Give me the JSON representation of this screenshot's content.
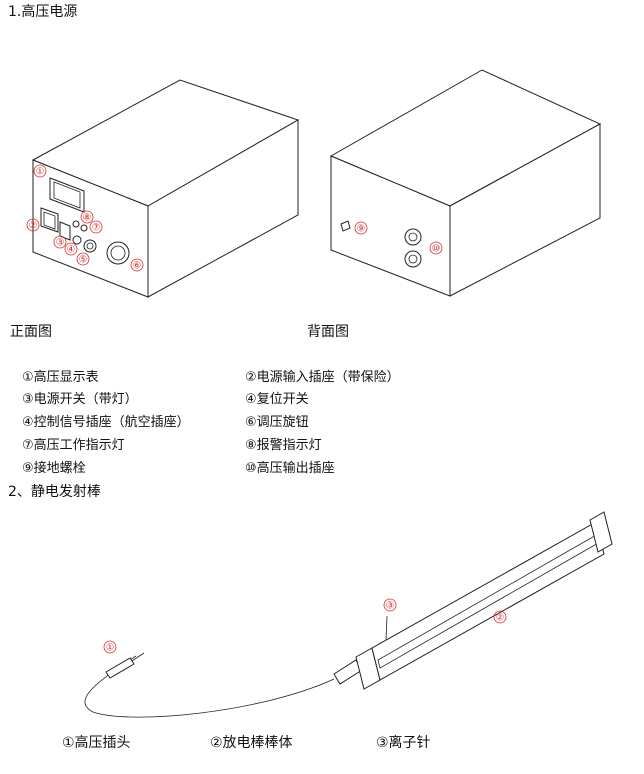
{
  "section1": {
    "title": "1.高压电源",
    "front_caption": "正面图",
    "back_caption": "背面图",
    "legend": [
      "①高压显示表",
      "②电源输入插座（带保险）",
      "③电源开关（带灯）",
      "④复位开关",
      "④控制信号插座（航空插座）",
      "⑥调压旋钮",
      "⑦高压工作指示灯",
      "⑧报警指示灯",
      "⑨接地螺栓",
      "⑩高压输出插座"
    ],
    "front_callouts": [
      "①",
      "②",
      "③",
      "④",
      "⑤",
      "⑥",
      "⑦",
      "⑧"
    ],
    "back_callouts": [
      "⑨",
      "⑩"
    ]
  },
  "section2": {
    "title": "2、静电发射棒",
    "callouts": [
      "①",
      "②",
      "③"
    ],
    "legend": [
      "①高压插头",
      "②放电棒棒体",
      "③离子针"
    ]
  },
  "colors": {
    "callout": "#d62a2a",
    "line": "#222222"
  }
}
